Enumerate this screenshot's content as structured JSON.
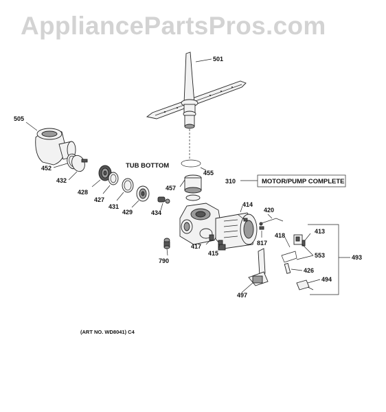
{
  "watermark": "AppliancePartsPros.com",
  "captions": {
    "tub_bottom": "TUB BOTTOM",
    "motor_pump_complete": "MOTOR/PUMP COMPLETE",
    "art_no": "(ART NO. WD8041) C4"
  },
  "part_numbers": {
    "p501": "501",
    "p505": "505",
    "p452": "452",
    "p432": "432",
    "p428": "428",
    "p427": "427",
    "p431": "431",
    "p429": "429",
    "p434": "434",
    "p455": "455",
    "p457": "457",
    "p310": "310",
    "p414": "414",
    "p420": "420",
    "p418": "418",
    "p413": "413",
    "p553": "553",
    "p493": "493",
    "p817": "817",
    "p417": "417",
    "p415": "415",
    "p790": "790",
    "p426": "426",
    "p494": "494",
    "p497": "497"
  }
}
